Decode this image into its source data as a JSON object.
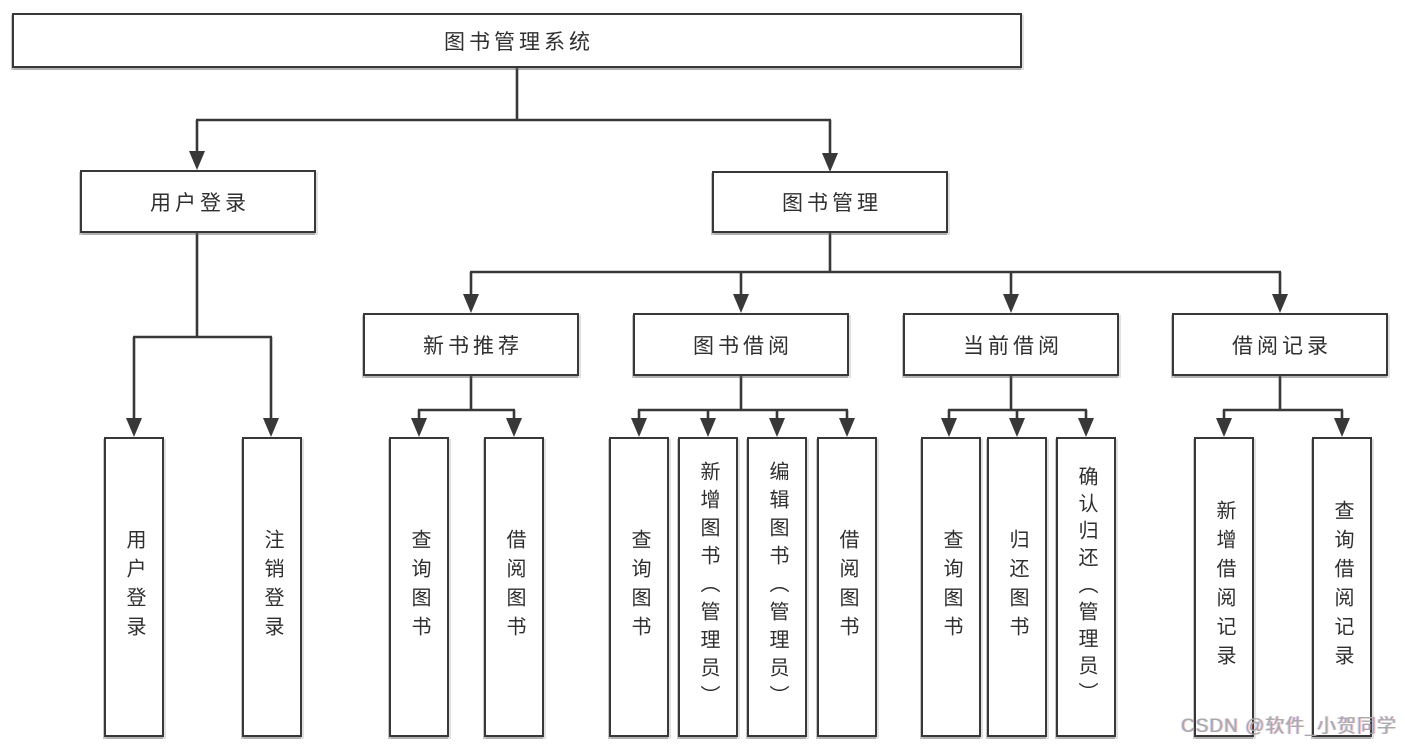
{
  "diagram": {
    "root": {
      "label": "图书管理系统"
    },
    "level2": [
      {
        "id": "user-login",
        "label": "用户登录"
      },
      {
        "id": "book-management",
        "label": "图书管理"
      }
    ],
    "level3": [
      {
        "id": "new-book-recommend",
        "label": "新书推荐"
      },
      {
        "id": "book-borrow",
        "label": "图书借阅"
      },
      {
        "id": "current-borrow",
        "label": "当前借阅"
      },
      {
        "id": "borrow-records",
        "label": "借阅记录"
      }
    ],
    "leaves": [
      {
        "parent": "user-login",
        "label": "用户登录"
      },
      {
        "parent": "user-login",
        "label": "注销登录"
      },
      {
        "parent": "new-book-recommend",
        "label": "查询图书"
      },
      {
        "parent": "new-book-recommend",
        "label": "借阅图书"
      },
      {
        "parent": "book-borrow",
        "label": "查询图书"
      },
      {
        "parent": "book-borrow",
        "label": "新增图书（管理员）"
      },
      {
        "parent": "book-borrow",
        "label": "编辑图书（管理员）"
      },
      {
        "parent": "book-borrow",
        "label": "借阅图书"
      },
      {
        "parent": "current-borrow",
        "label": "查询图书"
      },
      {
        "parent": "current-borrow",
        "label": "归还图书"
      },
      {
        "parent": "current-borrow",
        "label": "确认归还（管理员）"
      },
      {
        "parent": "borrow-records",
        "label": "新增借阅记录"
      },
      {
        "parent": "borrow-records",
        "label": "查询借阅记录"
      }
    ]
  },
  "watermark": {
    "text": "CSDN @软件_小贺同学"
  },
  "colors": {
    "line": "#383838",
    "text": "#2f2f2f",
    "watermark": "#a9a9a9",
    "background": "#ffffff"
  }
}
